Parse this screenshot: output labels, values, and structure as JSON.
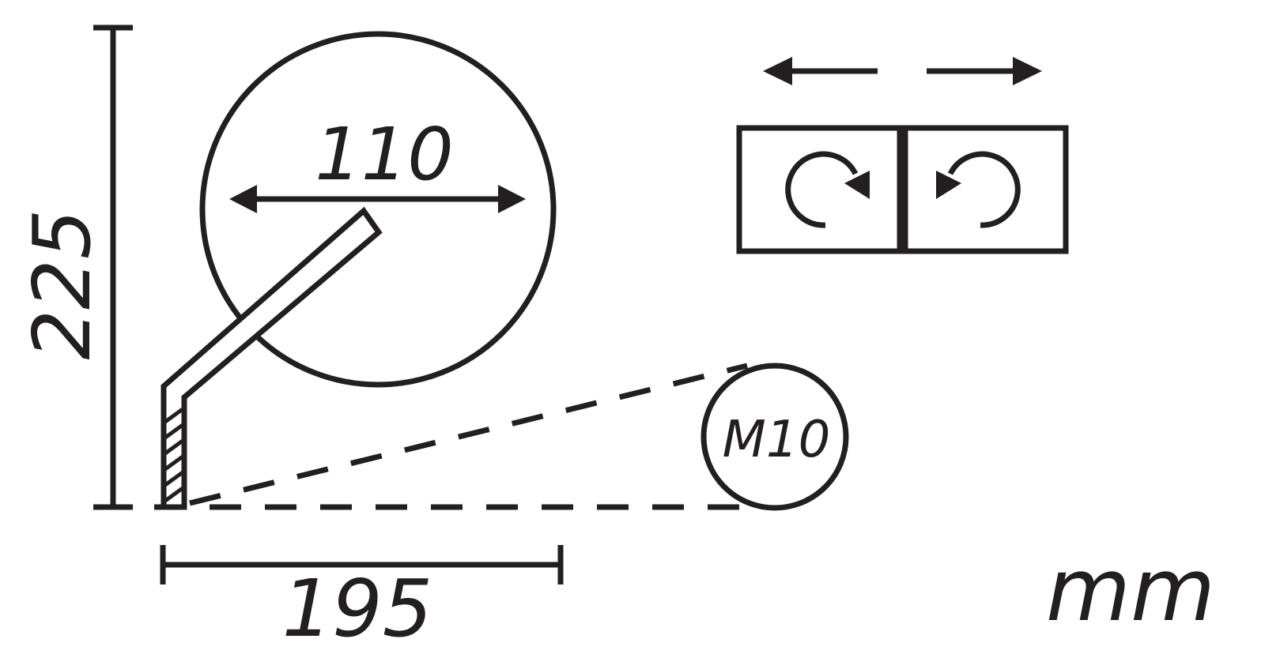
{
  "dimensions": {
    "height_label": "225",
    "width_label": "195",
    "diameter_label": "110",
    "thread_label": "M10",
    "unit_label": "mm"
  },
  "icons": {
    "direction_arrows": [
      "arrow-left-icon",
      "arrow-right-icon"
    ],
    "rotation_options": [
      "rotate-clockwise-icon",
      "rotate-counterclockwise-icon"
    ]
  },
  "colors": {
    "line": "#231f20",
    "background": "#ffffff"
  }
}
